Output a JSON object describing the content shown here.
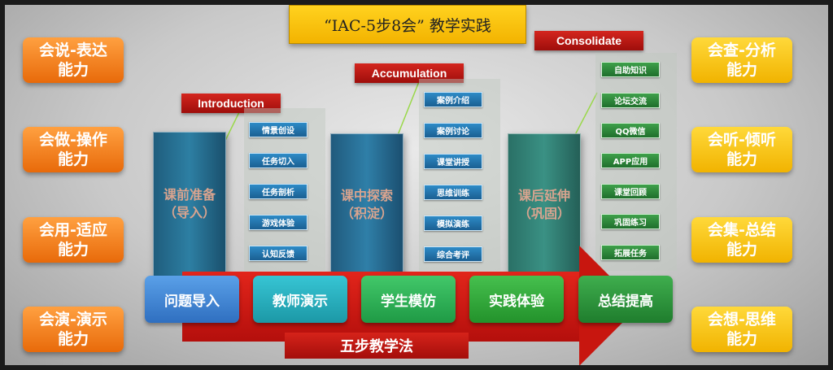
{
  "title": "“IAC-5步8会” 教学实践",
  "left_abilities": [
    "会说-表达\n能力",
    "会做-操作\n能力",
    "会用-适应\n能力",
    "会演-演示\n能力"
  ],
  "right_abilities": [
    "会查-分析\n能力",
    "会听-倾听\n能力",
    "会集-总结\n能力",
    "会想-思维\n能力"
  ],
  "stages": [
    {
      "sign": "Introduction",
      "book": "课前准备\n（导入）",
      "items": [
        "情景创设",
        "任务切入",
        "任务剖析",
        "游戏体验",
        "认知反馈"
      ]
    },
    {
      "sign": "Accumulation",
      "book": "课中探索\n（积淀）",
      "items": [
        "案例介绍",
        "案例讨论",
        "课堂讲授",
        "思维训练",
        "模拟演练",
        "综合考评"
      ]
    },
    {
      "sign": "Consolidate",
      "book": "课后延伸\n（巩固）",
      "items": [
        "自助知识",
        "论坛交流",
        "QQ微信",
        "APP应用",
        "课堂回顾",
        "巩固练习",
        "拓展任务"
      ]
    }
  ],
  "steps": [
    "问题导入",
    "教师演示",
    "学生模仿",
    "实践体验",
    "总结提高"
  ],
  "method_label": "五步教学法",
  "colors": {
    "title_bg": "#f7c200",
    "left_box": "#f07a18",
    "right_box": "#f5c20a",
    "sign_red": "#c01913",
    "arrow_red": "#d01a12",
    "pill_blue": "#2478b0",
    "pill_green": "#2a8a3a"
  }
}
